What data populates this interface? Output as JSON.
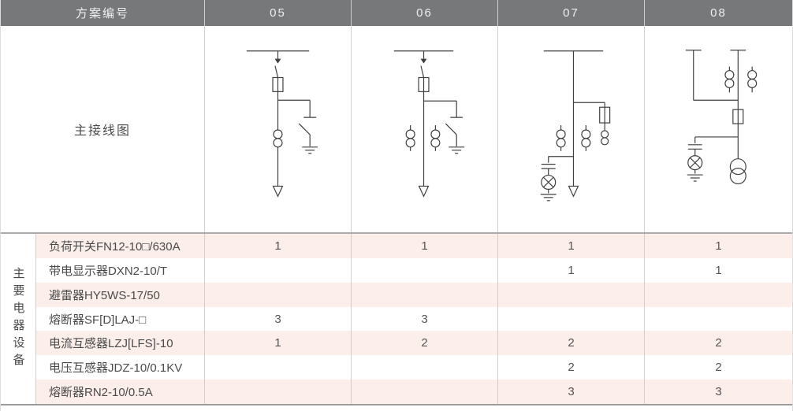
{
  "colors": {
    "header_bg": "#77787a",
    "header_text": "#efefef",
    "row_highlight_pink": "#fceee9",
    "body_text": "#4a4a4a",
    "grid_line_light": "#cfcfcf",
    "rule_heavy": "#a3a3a3",
    "diagram_stroke": "#3f3f3f"
  },
  "header": {
    "plan_label": "方案编号",
    "schemes": [
      "05",
      "06",
      "07",
      "08"
    ]
  },
  "diagram_row": {
    "label": "主接线图",
    "diagrams": [
      {
        "scheme": "05",
        "icon": "single-line-diagram-05"
      },
      {
        "scheme": "06",
        "icon": "single-line-diagram-06"
      },
      {
        "scheme": "07",
        "icon": "single-line-diagram-07"
      },
      {
        "scheme": "08",
        "icon": "single-line-diagram-08"
      }
    ]
  },
  "equipment": {
    "group_label": "主要电器设备",
    "rows": [
      {
        "name": "负荷开关FN12-10□/630A",
        "values": [
          "1",
          "1",
          "1",
          "1"
        ]
      },
      {
        "name": "带电显示器DXN2-10/T",
        "values": [
          "",
          "",
          "1",
          "1"
        ]
      },
      {
        "name": "避雷器HY5WS-17/50",
        "values": [
          "",
          "",
          "",
          ""
        ]
      },
      {
        "name": "熔断器SF[D]LAJ-□",
        "values": [
          "3",
          "3",
          "",
          ""
        ]
      },
      {
        "name": "电流互感器LZJ[LFS]-10",
        "values": [
          "1",
          "2",
          "2",
          "2"
        ]
      },
      {
        "name": "电压互感器JDZ-10/0.1KV",
        "values": [
          "",
          "",
          "2",
          "2"
        ]
      },
      {
        "name": "熔断器RN2-10/0.5A",
        "values": [
          "",
          "",
          "3",
          "3"
        ]
      }
    ]
  }
}
